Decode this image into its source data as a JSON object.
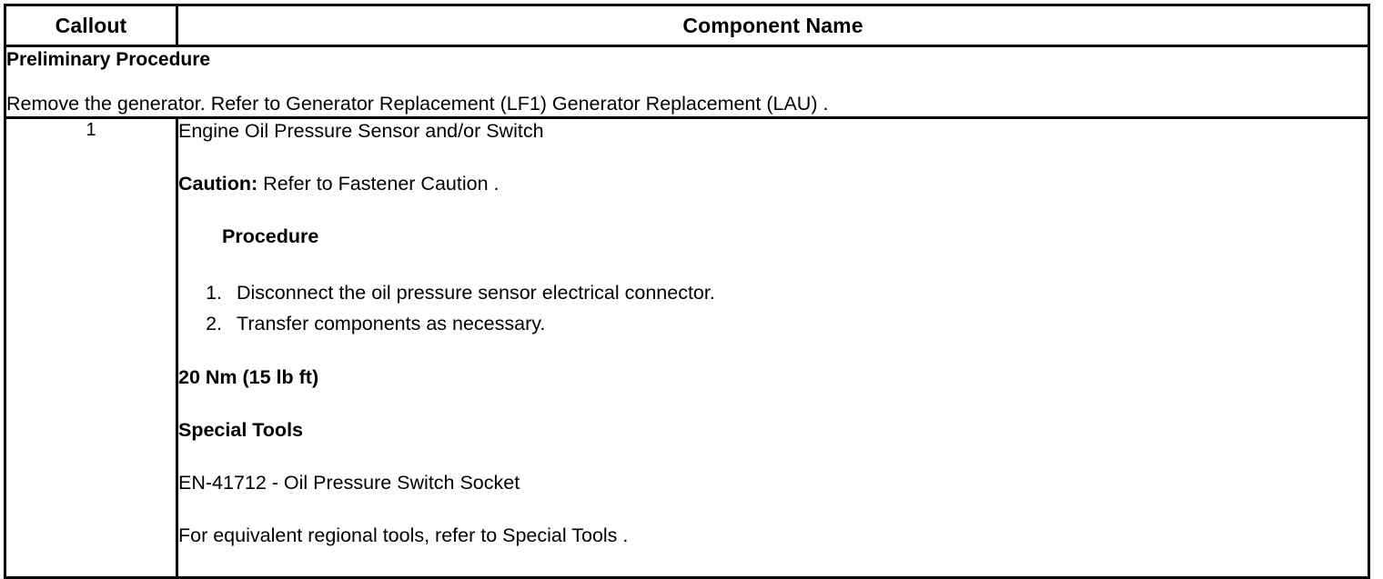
{
  "table": {
    "headers": {
      "callout": "Callout",
      "component_name": "Component Name"
    },
    "preliminary": {
      "title": "Preliminary Procedure",
      "text": "Remove the generator. Refer to Generator Replacement (LF1) Generator Replacement (LAU) ."
    },
    "rows": [
      {
        "callout": "1",
        "component_title": "Engine Oil Pressure Sensor and/or Switch",
        "caution_label": "Caution:",
        "caution_text": " Refer to Fastener Caution .",
        "procedure_heading": "Procedure",
        "steps": [
          "Disconnect the oil pressure sensor electrical connector.",
          "Transfer components as necessary."
        ],
        "torque": "20 Nm (15 lb ft)",
        "special_tools_heading": "Special Tools",
        "special_tool": "EN-41712 - Oil Pressure Switch Socket",
        "special_tools_note": "For equivalent regional tools, refer to Special Tools ."
      }
    ]
  }
}
